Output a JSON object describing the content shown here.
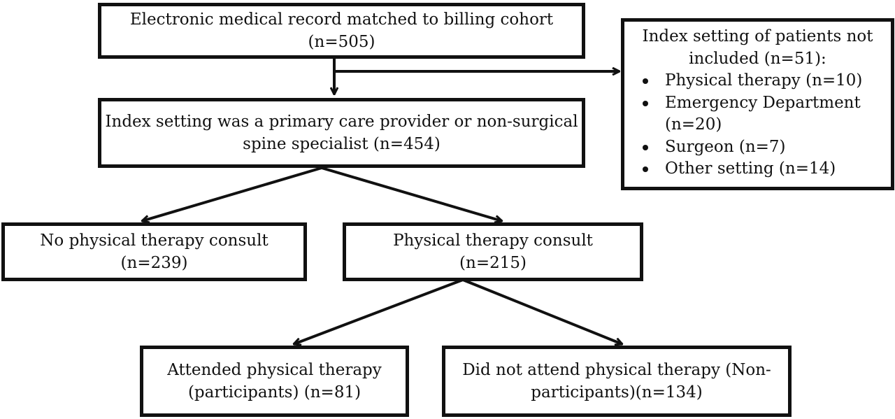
{
  "diagram": {
    "colors": {
      "stroke": "#111111",
      "background": "#ffffff"
    },
    "boxes": {
      "emr": {
        "line1": "Electronic medical record matched to billing cohort",
        "line2": "(n=505)"
      },
      "index": {
        "line1": "Index setting was a primary care provider or non-surgical",
        "line2": "spine specialist (n=454)"
      },
      "no_pt": {
        "line1": "No physical therapy consult",
        "line2": "(n=239)"
      },
      "pt_consult": {
        "line1": "Physical therapy consult",
        "line2": "(n=215)"
      },
      "attended": {
        "line1": "Attended physical therapy",
        "line2": "(participants) (n=81)"
      },
      "not_attended": {
        "line1": "Did not attend physical therapy (Non-",
        "line2": "participants)(n=134)"
      }
    },
    "exclusion": {
      "title_line1": "Index setting of patients not",
      "title_line2": "included (n=51):",
      "items": [
        {
          "line1": "Physical therapy (n=10)"
        },
        {
          "line1": "Emergency Department",
          "line2": "(n=20)"
        },
        {
          "line1": "Surgeon (n=7)"
        },
        {
          "line1": "Other setting (n=14)"
        }
      ]
    }
  }
}
